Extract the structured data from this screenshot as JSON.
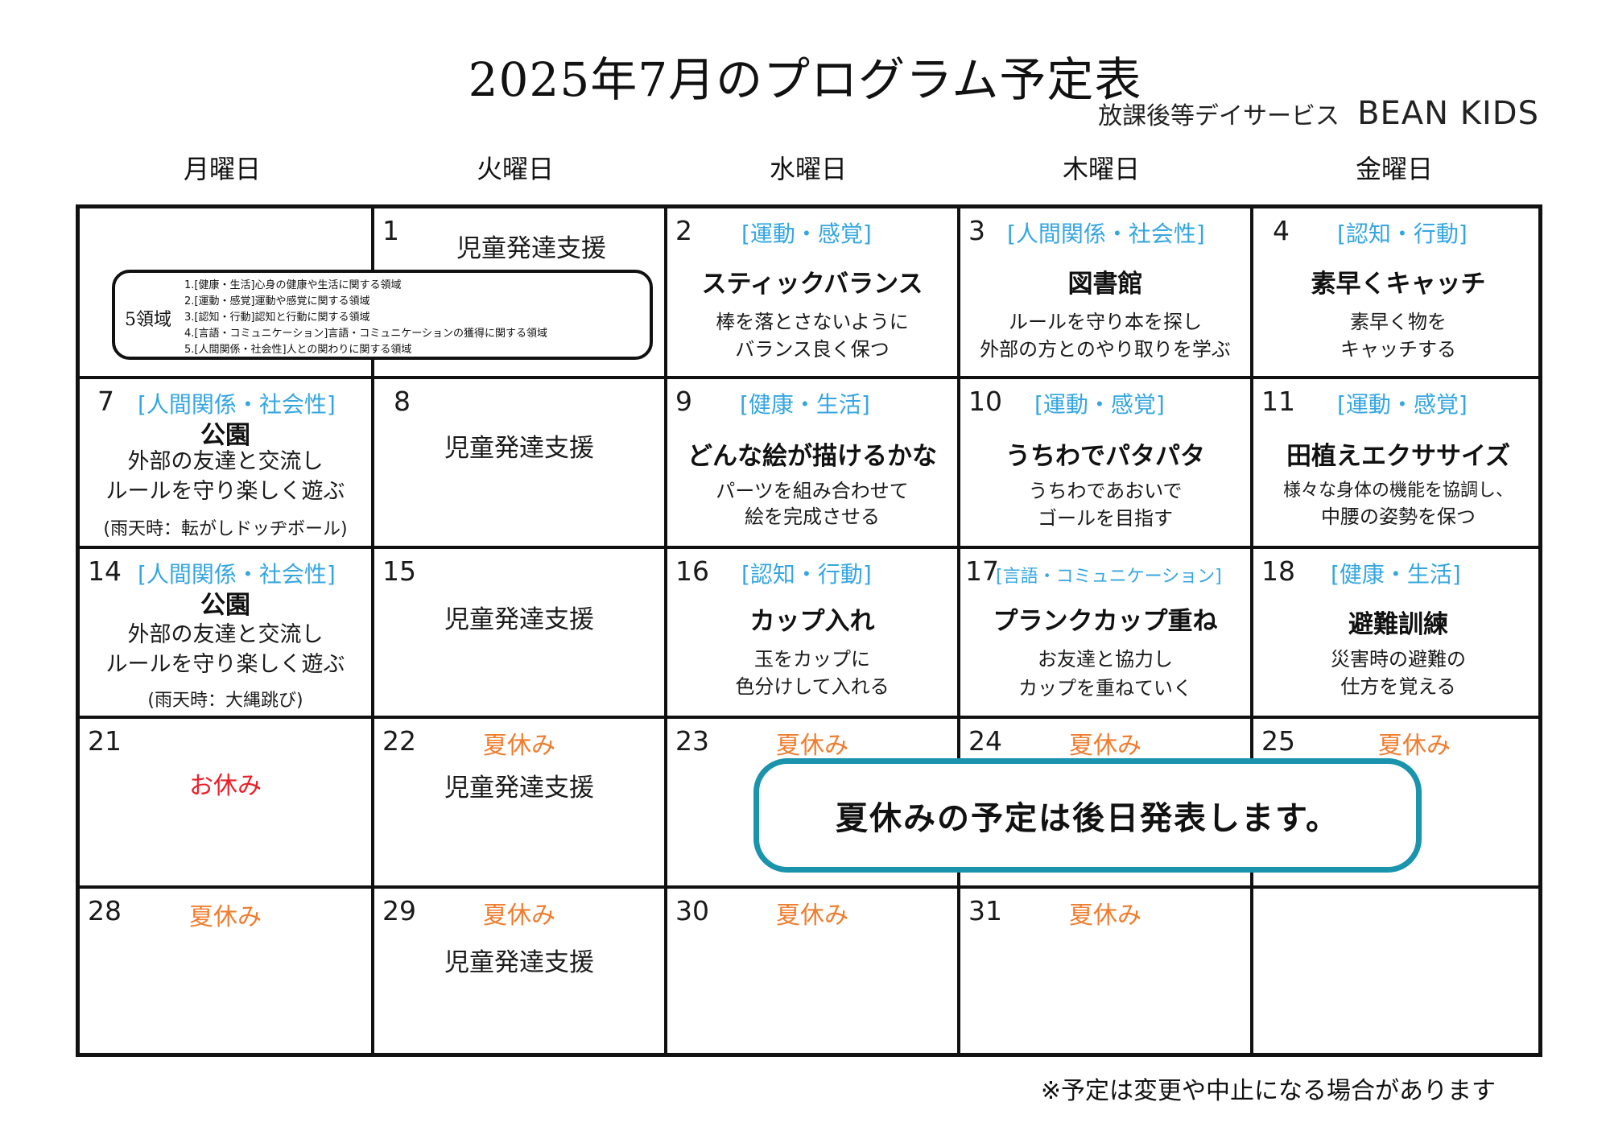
{
  "header": {
    "title": "2025年7月のプログラム予定表",
    "facility": "放課後等デイサービス",
    "brand": "BEAN KIDS"
  },
  "weekdays": [
    "月曜日",
    "火曜日",
    "水曜日",
    "木曜日",
    "金曜日"
  ],
  "legend": {
    "label": "5領域",
    "items": [
      "1.[健康・生活]心身の健康や生活に関する領域",
      "2.[運動・感覚]運動や感覚に関する領域",
      "3.[認知・行動]認知と行動に関する領域",
      "4.[言語・コミュニケーション]言語・コミュニケーションの獲得に関する領域",
      "5.[人間関係・社会性]人との関わりに関する領域"
    ]
  },
  "colors": {
    "category": "#35a6e0",
    "summer": "#ef7d2f",
    "holiday": "#e8202a",
    "announce_border": "#1a93ad"
  },
  "days": {
    "d1": {
      "num": "1",
      "support": "児童発達支援"
    },
    "d2": {
      "num": "2",
      "category": "[運動・感覚]",
      "program": "スティックバランス",
      "desc1": "棒を落とさないように",
      "desc2": "バランス良く保つ"
    },
    "d3": {
      "num": "3",
      "category": "[人間関係・社会性]",
      "program": "図書館",
      "desc1": "ルールを守り本を探し",
      "desc2": "外部の方とのやり取りを学ぶ"
    },
    "d4": {
      "num": "4",
      "category": "[認知・行動]",
      "program": "素早くキャッチ",
      "desc1": "素早く物を",
      "desc2": "キャッチする"
    },
    "d7": {
      "num": "7",
      "category": "[人間関係・社会性]",
      "program": "公園",
      "desc1": "外部の友達と交流し",
      "desc2": "ルールを守り楽しく遊ぶ",
      "rain": "(雨天時：転がしドッヂボール)"
    },
    "d8": {
      "num": "8",
      "support": "児童発達支援"
    },
    "d9": {
      "num": "9",
      "category": "[健康・生活]",
      "program": "どんな絵が描けるかな",
      "desc1": "パーツを組み合わせて",
      "desc2": "絵を完成させる"
    },
    "d10": {
      "num": "10",
      "category": "[運動・感覚]",
      "program": "うちわでパタパタ",
      "desc1": "うちわであおいで",
      "desc2": "ゴールを目指す"
    },
    "d11": {
      "num": "11",
      "category": "[運動・感覚]",
      "program": "田植えエクササイズ",
      "desc1": "様々な身体の機能を協調し、",
      "desc2": "中腰の姿勢を保つ"
    },
    "d14": {
      "num": "14",
      "category": "[人間関係・社会性]",
      "program": "公園",
      "desc1": "外部の友達と交流し",
      "desc2": "ルールを守り楽しく遊ぶ",
      "rain": "(雨天時：大縄跳び)"
    },
    "d15": {
      "num": "15",
      "support": "児童発達支援"
    },
    "d16": {
      "num": "16",
      "category": "[認知・行動]",
      "program": "カップ入れ",
      "desc1": "玉をカップに",
      "desc2": "色分けして入れる"
    },
    "d17": {
      "num": "17",
      "category": "[言語・コミュニケーション]",
      "program": "プランクカップ重ね",
      "desc1": "お友達と協力し",
      "desc2": "カップを重ねていく"
    },
    "d18": {
      "num": "18",
      "category": "[健康・生活]",
      "program": "避難訓練",
      "desc1": "災害時の避難の",
      "desc2": "仕方を覚える"
    },
    "d21": {
      "num": "21",
      "status": "お休み"
    },
    "d22": {
      "num": "22",
      "status": "夏休み",
      "support": "児童発達支援"
    },
    "d23": {
      "num": "23",
      "status": "夏休み"
    },
    "d24": {
      "num": "24",
      "status": "夏休み"
    },
    "d25": {
      "num": "25",
      "status": "夏休み"
    },
    "d28": {
      "num": "28",
      "status": "夏休み"
    },
    "d29": {
      "num": "29",
      "status": "夏休み",
      "support": "児童発達支援"
    },
    "d30": {
      "num": "30",
      "status": "夏休み"
    },
    "d31": {
      "num": "31",
      "status": "夏休み"
    }
  },
  "announcement": "夏休みの予定は後日発表します。",
  "footnote": "※予定は変更や中止になる場合があります"
}
